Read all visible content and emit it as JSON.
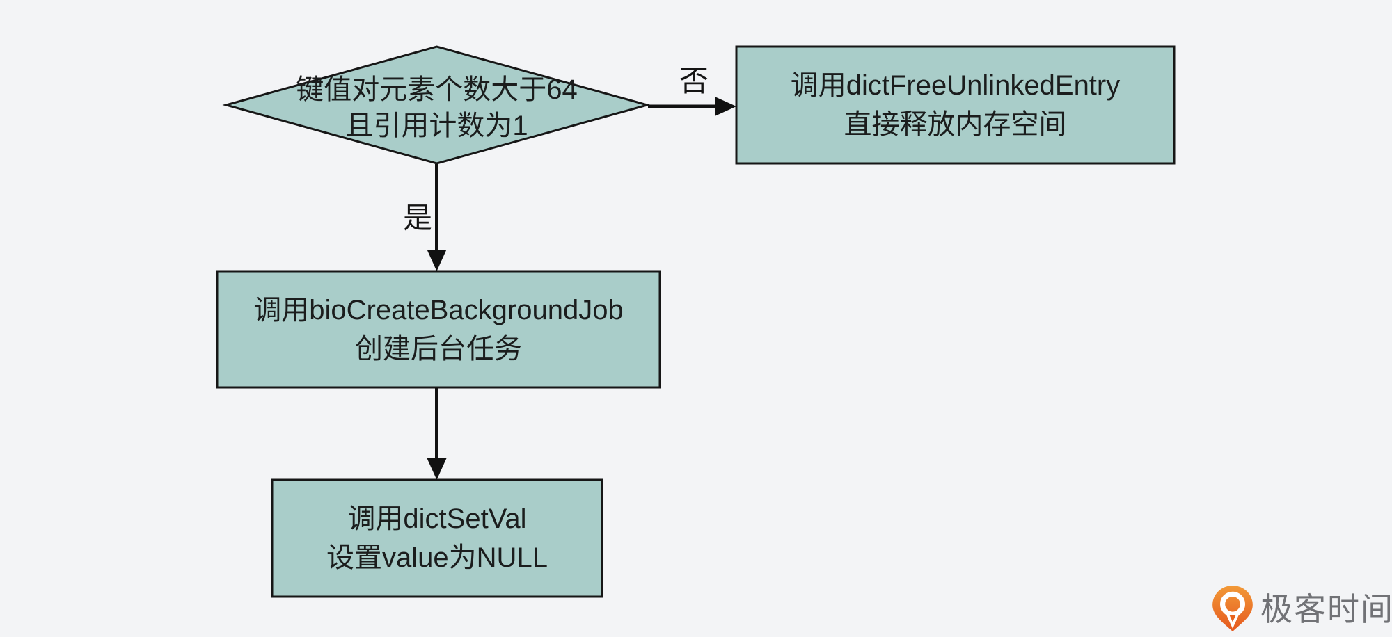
{
  "flowchart": {
    "decision": {
      "line1": "键值对元素个数大于64",
      "line2": "且引用计数为1"
    },
    "edges": {
      "no_label": "否",
      "yes_label": "是"
    },
    "box_free_entry": {
      "line1": "调用dictFreeUnlinkedEntry",
      "line2": "直接释放内存空间"
    },
    "box_create_bg_job": {
      "line1": "调用bioCreateBackgroundJob",
      "line2": "创建后台任务"
    },
    "box_set_val": {
      "line1": "调用dictSetVal",
      "line2": "设置value为NULL"
    }
  },
  "branding": {
    "logo_text": "极客时间",
    "logo_icon": "geektime-pin-icon"
  },
  "colors": {
    "background": "#f3f4f6",
    "node_fill": "#a9cdc9",
    "node_border": "#161616",
    "arrow": "#111111",
    "text": "#1b1d1d",
    "logo_orange_top": "#f29a38",
    "logo_orange_bottom": "#e5581e",
    "logo_text_gray": "#717276"
  }
}
